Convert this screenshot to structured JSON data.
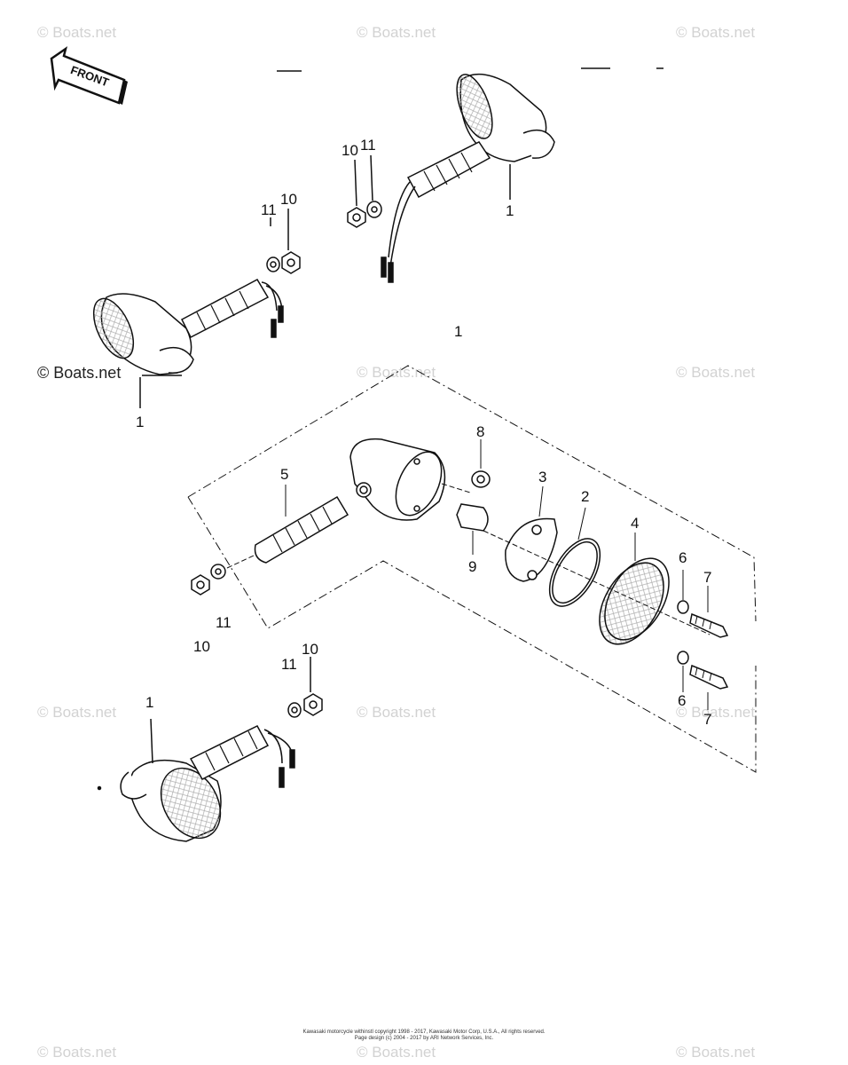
{
  "watermark": "© Boats.net",
  "front_label": "FRONT",
  "callouts": {
    "c1a": "1",
    "c1b": "1",
    "c1c": "1",
    "c1d": "1",
    "c2": "2",
    "c3": "3",
    "c4": "4",
    "c5": "5",
    "c6a": "6",
    "c6b": "6",
    "c7a": "7",
    "c7b": "7",
    "c8": "8",
    "c9": "9",
    "c10a": "10",
    "c10b": "10",
    "c10c": "10",
    "c10d": "10",
    "c11a": "11",
    "c11b": "11",
    "c11c": "11",
    "c11d": "11"
  },
  "footer": {
    "line1": "Kawasaki motorcycle withinstl copyright 1998 - 2017, Kawasaki Motor Corp, U.S.A., All rights reserved.",
    "line2": "Page design (c) 2004 - 2017 by ARI Network Services, Inc."
  }
}
